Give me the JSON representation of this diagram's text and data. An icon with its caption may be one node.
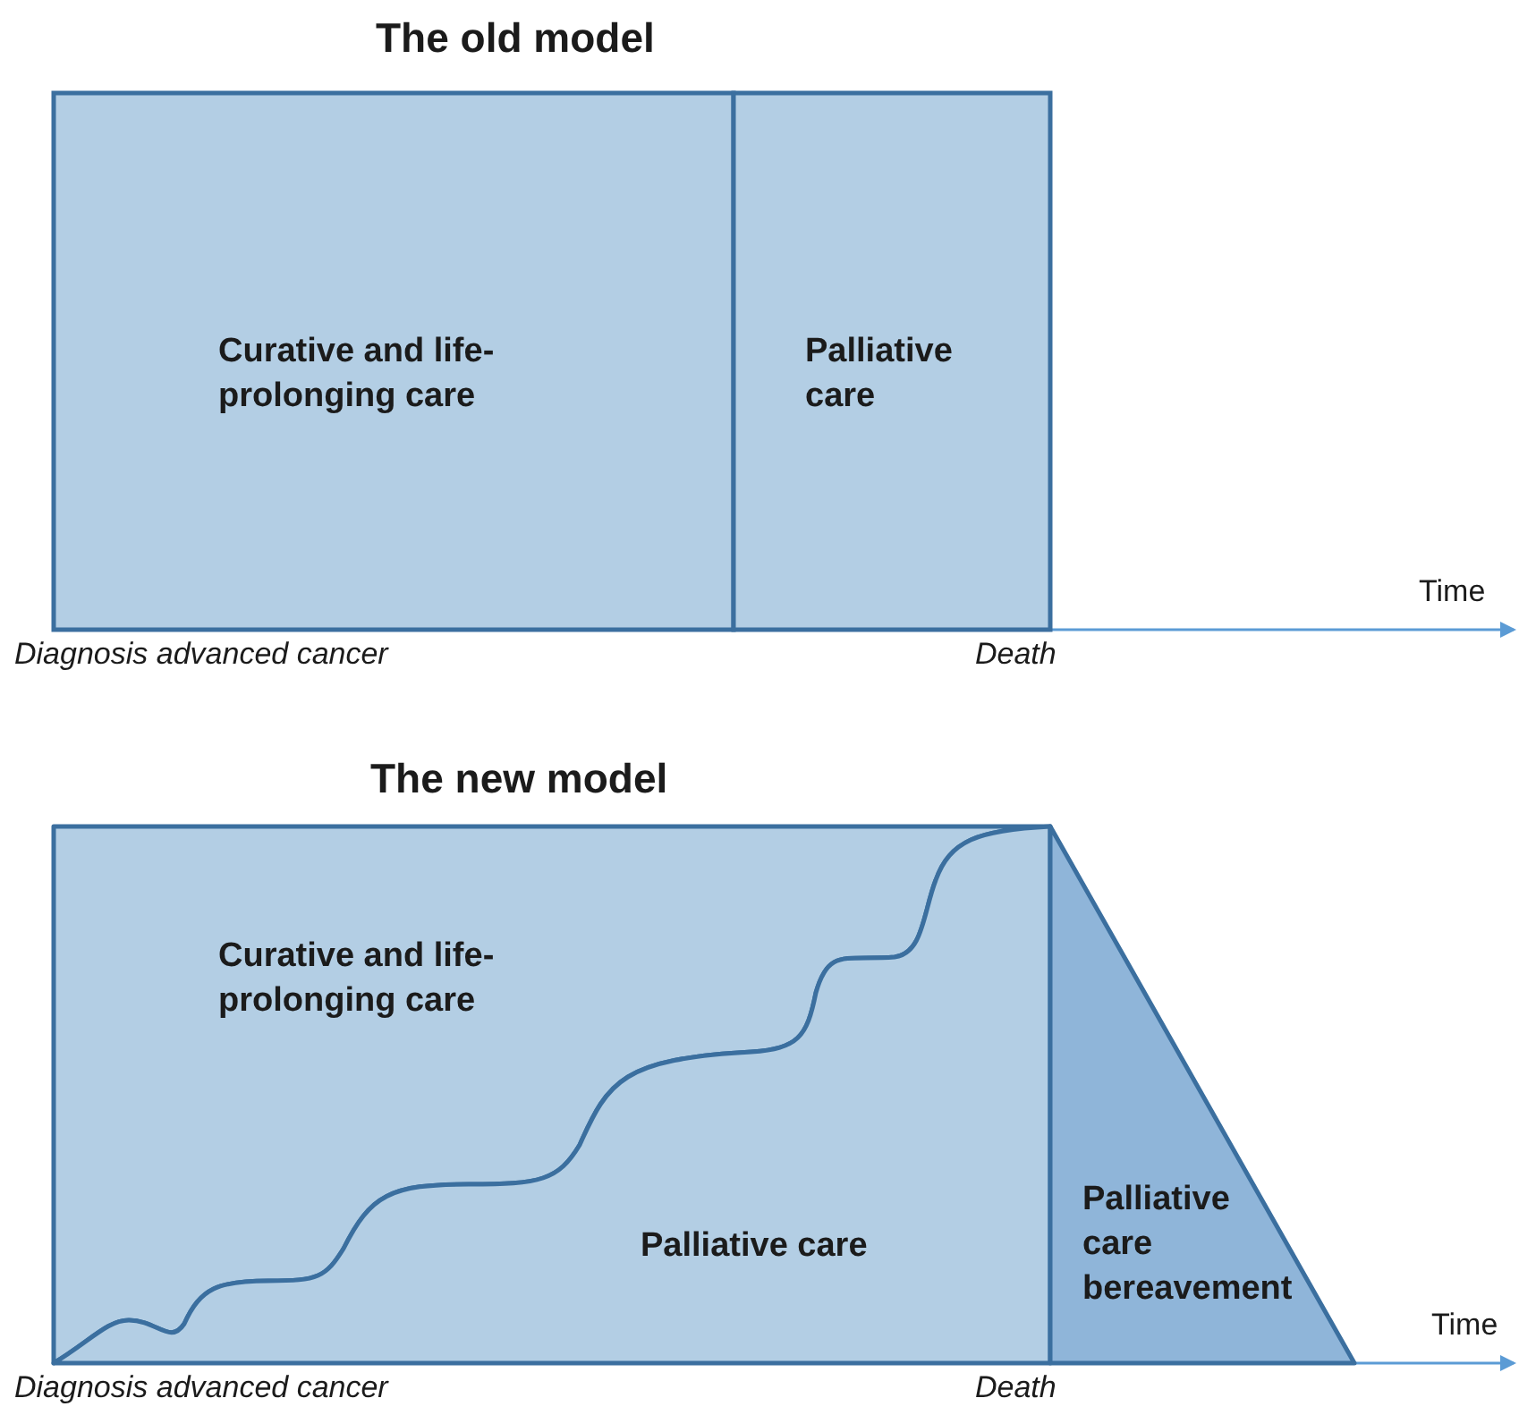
{
  "diagram": {
    "nodes": [
      {
        "text": [
          "Curative and life-prolonging care"
        ]
      },
      {
        "text": [
          "Palliative care"
        ]
      },
      {
        "text": [
          "Curative and life-prolonging care"
        ]
      },
      {
        "text": [
          "Palliative care"
        ]
      },
      {
        "text": [
          "Palliative care bereavement"
        ]
      }
    ],
    "labels": [
      "The old model",
      "Time",
      "Diagnosis advanced cancer",
      "Death",
      "The new model",
      "Time",
      "Diagnosis advanced cancer",
      "Death"
    ]
  }
}
